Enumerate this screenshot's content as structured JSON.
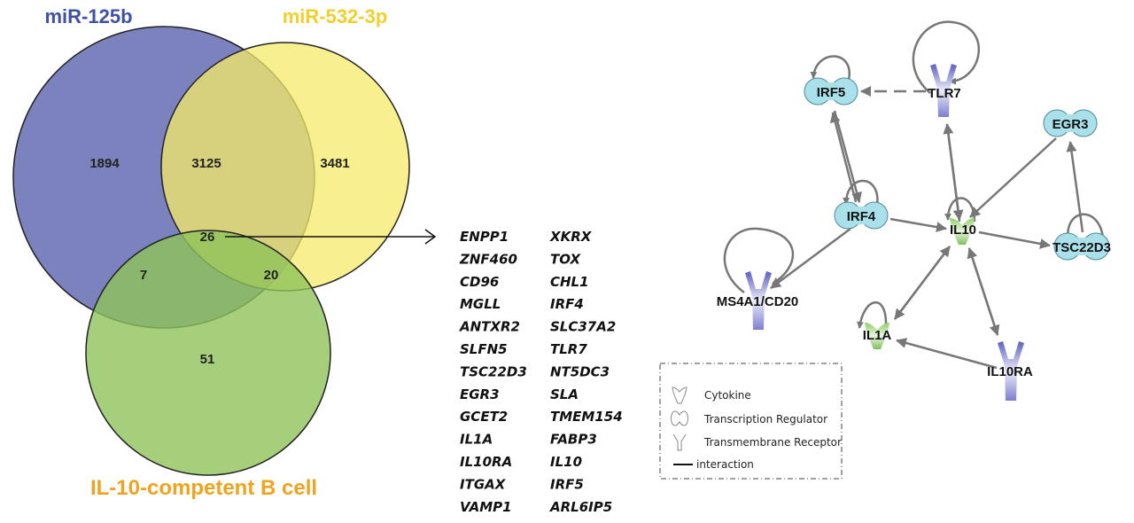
{
  "venn": {
    "set_a": "miR-125b",
    "set_b": "miR-532-3p",
    "set_c": "IL-10-competent B cell",
    "counts": {
      "a_only": "1894",
      "ab": "3125",
      "b_only": "3481",
      "abc": "26",
      "ac": "7",
      "bc": "20",
      "c_only": "51"
    },
    "colors": {
      "a": "#6d74b6",
      "b": "#f6eb6a",
      "c": "#8ec35a",
      "title_a": "#3f51a5",
      "title_b": "#f2cf2a",
      "title_c": "#f0a31e"
    }
  },
  "genes": {
    "col1": [
      "ENPP1",
      "ZNF460",
      "CD96",
      "MGLL",
      "ANTXR2",
      "SLFN5",
      "TSC22D3",
      "EGR3",
      "GCET2",
      "IL1A",
      "IL10RA",
      "ITGAX",
      "VAMP1"
    ],
    "col2": [
      "XKRX",
      "TOX",
      "CHL1",
      "IRF4",
      "SLC37A2",
      "TLR7",
      "NT5DC3",
      "SLA",
      "TMEM154",
      "FABP3",
      "IL10",
      "IRF5",
      "ARL6IP5"
    ]
  },
  "network": {
    "nodes": {
      "irf5": "IRF5",
      "tlr7": "TLR7",
      "egr3": "EGR3",
      "irf4": "IRF4",
      "il10": "IL10",
      "tsc22d3": "TSC22D3",
      "ms4a1": "MS4A1/CD20",
      "il1a": "IL1A",
      "il10ra": "IL10RA"
    },
    "legend": {
      "cytokine": "Cytokine",
      "tr": "Transcription Regulator",
      "receptor": "Transmembrane Receptor",
      "interaction": "interaction"
    }
  }
}
